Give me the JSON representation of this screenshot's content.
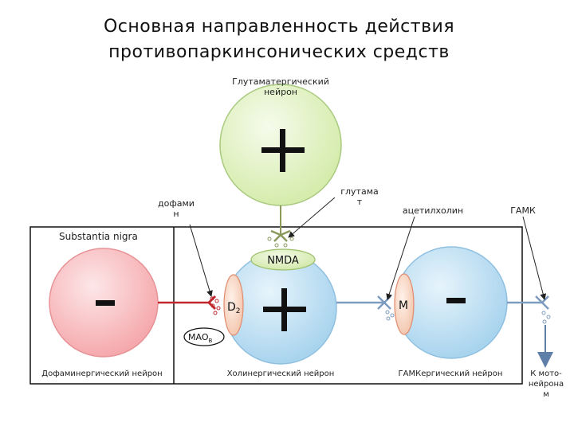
{
  "title": {
    "line1": "Основная направленность действия",
    "line2": "противопаркинсонических средств"
  },
  "neurons": {
    "glutamatergic": {
      "label_line1": "Глутаматергический",
      "label_line2": "нейрон",
      "sign": "+"
    },
    "dopaminergic": {
      "label": "Дофаминергический нейрон",
      "sign": "-"
    },
    "cholinergic": {
      "label": "Холинергический нейрон",
      "sign": "+"
    },
    "gabaergic": {
      "label": "ГАМКергический нейрон",
      "sign": "-"
    }
  },
  "region": {
    "label": "Substantia nigra"
  },
  "receptors": {
    "nmda": "NMDA",
    "d2": {
      "main": "D",
      "sub": "2"
    },
    "m": "M",
    "mao": {
      "main": "MAO",
      "sub": "B"
    }
  },
  "mediators": {
    "dopamine_line1": "дофами",
    "dopamine_line2": "н",
    "glutamate_line1": "глутама",
    "glutamate_line2": "т",
    "acetylcholine": "ацетилхолин",
    "gaba": "ГАМК"
  },
  "output": {
    "line1": "К мото-",
    "line2": "нейрона",
    "line3": "м"
  },
  "colors": {
    "green": "#e4f3c9",
    "red": "#f9c5c7",
    "blue": "#c6e4f6",
    "axon_red": "#c0282e",
    "axon_blue": "#7d9cbf",
    "axon_green": "#8a9a5b"
  }
}
